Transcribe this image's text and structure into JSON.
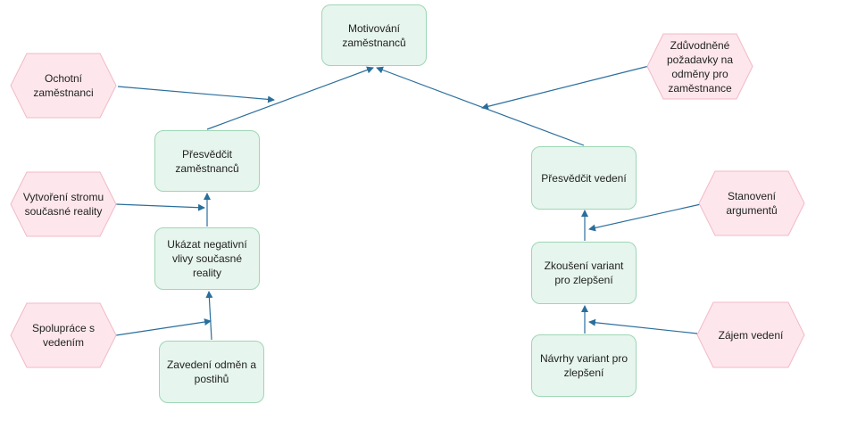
{
  "colors": {
    "goal_fill": "#e6f5ed",
    "goal_stroke": "#9fd6b6",
    "condition_fill": "#fde7ec",
    "condition_stroke": "#f2b9c6",
    "arrow": "#2a6e9c"
  },
  "nodes": {
    "motivovani": "Motivování\nzaměstnanců",
    "presvedcit_zamestnancu": "Přesvědčit\nzaměstnanců",
    "ukazat_vlivy": "Ukázat negativní\nvlivy současné\nreality",
    "zavedeni_odmen": "Zavedení odměn a\npostihů",
    "presvedcit_vedeni": "Přesvědčit vedení",
    "zkouseni_variant": "Zkoušení variant\npro zlepšení",
    "navrhy_variant": "Návrhy variant pro\nzlepšení"
  },
  "conditions": {
    "ochotni": "Ochotní\nzaměstnanci",
    "strom_reality": "Vytvoření stromu\nsoučasné reality",
    "spoluprace": "Spolupráce s\nvedením",
    "pozadavky": "Zdůvodněné\npožadavky na\nodměny pro\nzaměstnance",
    "argumenty": "Stanovení\nargumentů",
    "zajem_vedeni": "Zájem vedení"
  }
}
